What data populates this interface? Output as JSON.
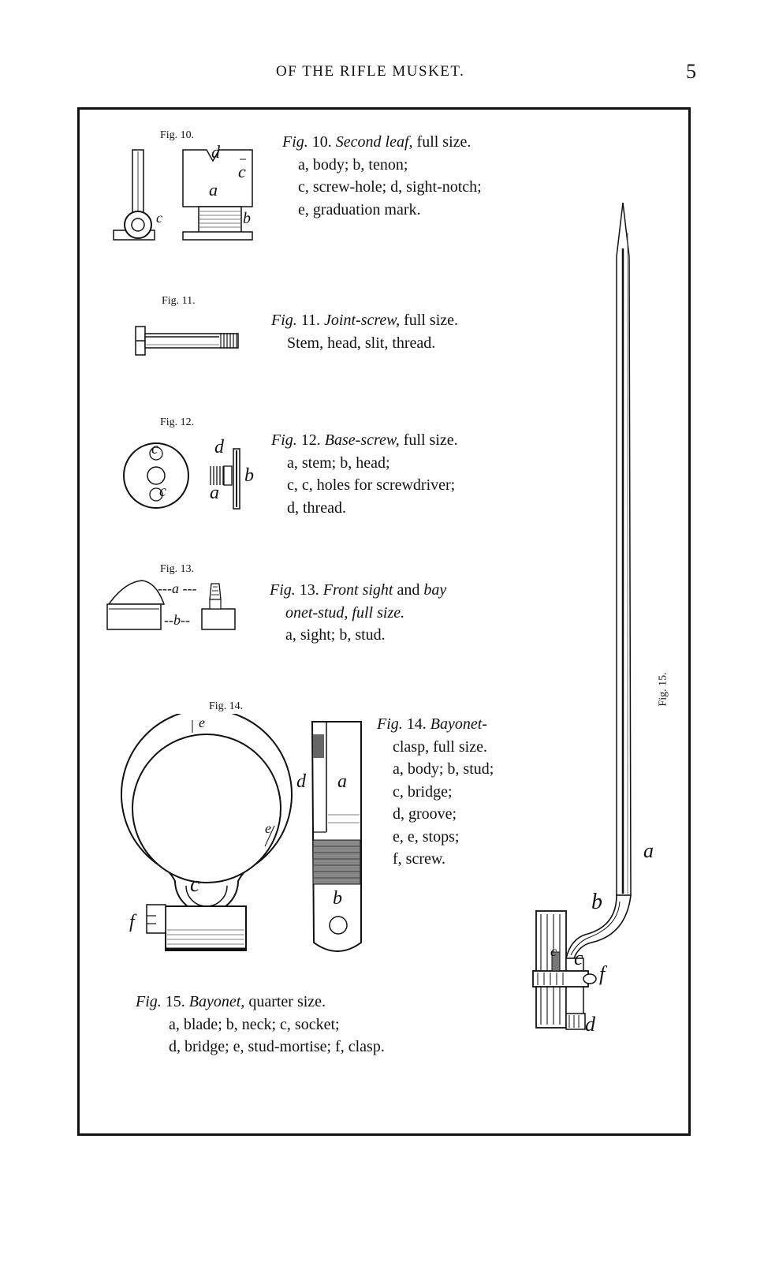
{
  "header": {
    "running_head": "OF THE RIFLE MUSKET.",
    "page_number": "5"
  },
  "figures": {
    "fig10": {
      "label": "Fig. 10.",
      "caption": {
        "fig": "Fig.",
        "num": "10.",
        "title": "Second leaf,",
        "rest": "full size.",
        "lines": [
          "a, body; b, tenon;",
          "c, screw-hole; d, sight-notch;",
          "e, graduation mark."
        ]
      },
      "parts": [
        "d",
        "c",
        "a",
        "b",
        "c"
      ]
    },
    "fig11": {
      "label": "Fig. 11.",
      "caption": {
        "fig": "Fig.",
        "num": "11.",
        "title": "Joint-screw,",
        "rest": "full size.",
        "lines": [
          "Stem, head, slit, thread."
        ]
      }
    },
    "fig12": {
      "label": "Fig. 12.",
      "caption": {
        "fig": "Fig.",
        "num": "12.",
        "title": "Base-screw,",
        "rest": "full size.",
        "lines": [
          "a, stem; b, head;",
          "c, c, holes for screwdriver;",
          "d, thread."
        ]
      },
      "parts": [
        "c",
        "c",
        "d",
        "b",
        "a"
      ]
    },
    "fig13": {
      "label": "Fig. 13.",
      "caption": {
        "fig": "Fig.",
        "num": "13.",
        "title": "Front sight",
        "mid": "and",
        "title2": "bay",
        "lines": [
          "onet-stud, full size.",
          "a, sight; b, stud."
        ]
      },
      "parts": [
        "---a ---",
        "--b--"
      ]
    },
    "fig14": {
      "label": "Fig. 14.",
      "caption": {
        "fig": "Fig.",
        "num": "14.",
        "title": "Bayonet-",
        "lines": [
          "clasp, full size.",
          "a, body; b, stud;",
          "c, bridge;",
          "d, groove;",
          "e, e, stops;",
          "f, screw."
        ]
      },
      "parts": [
        "e",
        "e",
        "c",
        "f",
        "d",
        "a",
        "b"
      ]
    },
    "fig15": {
      "label": "Fig. 15.",
      "caption": {
        "fig": "Fig.",
        "num": "15.",
        "title": "Bayonet,",
        "rest": "quarter size.",
        "lines": [
          "a, blade; b, neck; c, socket;",
          "d, bridge; e, stud-mortise; f, clasp."
        ]
      },
      "parts": [
        "a",
        "b",
        "c",
        "c",
        "f",
        "d"
      ]
    }
  }
}
